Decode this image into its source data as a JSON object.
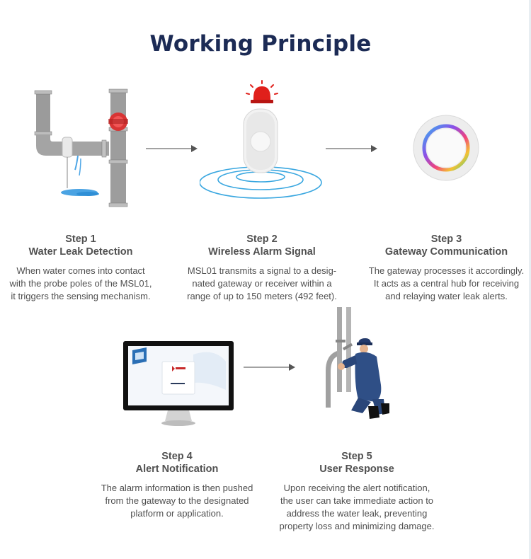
{
  "page": {
    "title": "Working Principle"
  },
  "steps": [
    {
      "number": "Step 1",
      "name": "Water Leak Detection",
      "description": "When water comes into contact\nwith the probe poles of the MSL01,\nit triggers the sensing mechanism.",
      "icon": "pipe-leak-icon"
    },
    {
      "number": "Step 2",
      "name": "Wireless Alarm Signal",
      "description": "MSL01 transmits a signal to a desig-\nnated gateway or receiver within a\nrange of up to 150 meters (492 feet).",
      "icon": "sensor-alarm-icon"
    },
    {
      "number": "Step 3",
      "name": "Gateway Communication",
      "description": "The gateway processes it accordingly.\nIt acts as a central hub for receiving\nand relaying water leak alerts.",
      "icon": "gateway-icon"
    },
    {
      "number": "Step 4",
      "name": "Alert Notification",
      "description": "The alarm information is then pushed\nfrom the gateway to the designated\nplatform or application.",
      "icon": "monitor-icon"
    },
    {
      "number": "Step 5",
      "name": "User Response",
      "description": "Upon receiving the alert notification,\nthe user can take immediate action to\naddress the water leak, preventing\nproperty loss and minimizing damage.",
      "icon": "plumber-icon"
    }
  ],
  "colors": {
    "title": "#1c2b55",
    "text": "#505050",
    "arrow": "#6b6b6b",
    "alarm": "#e0201b",
    "wave": "#3aa7e0",
    "pipe": "#9a9a9a"
  }
}
